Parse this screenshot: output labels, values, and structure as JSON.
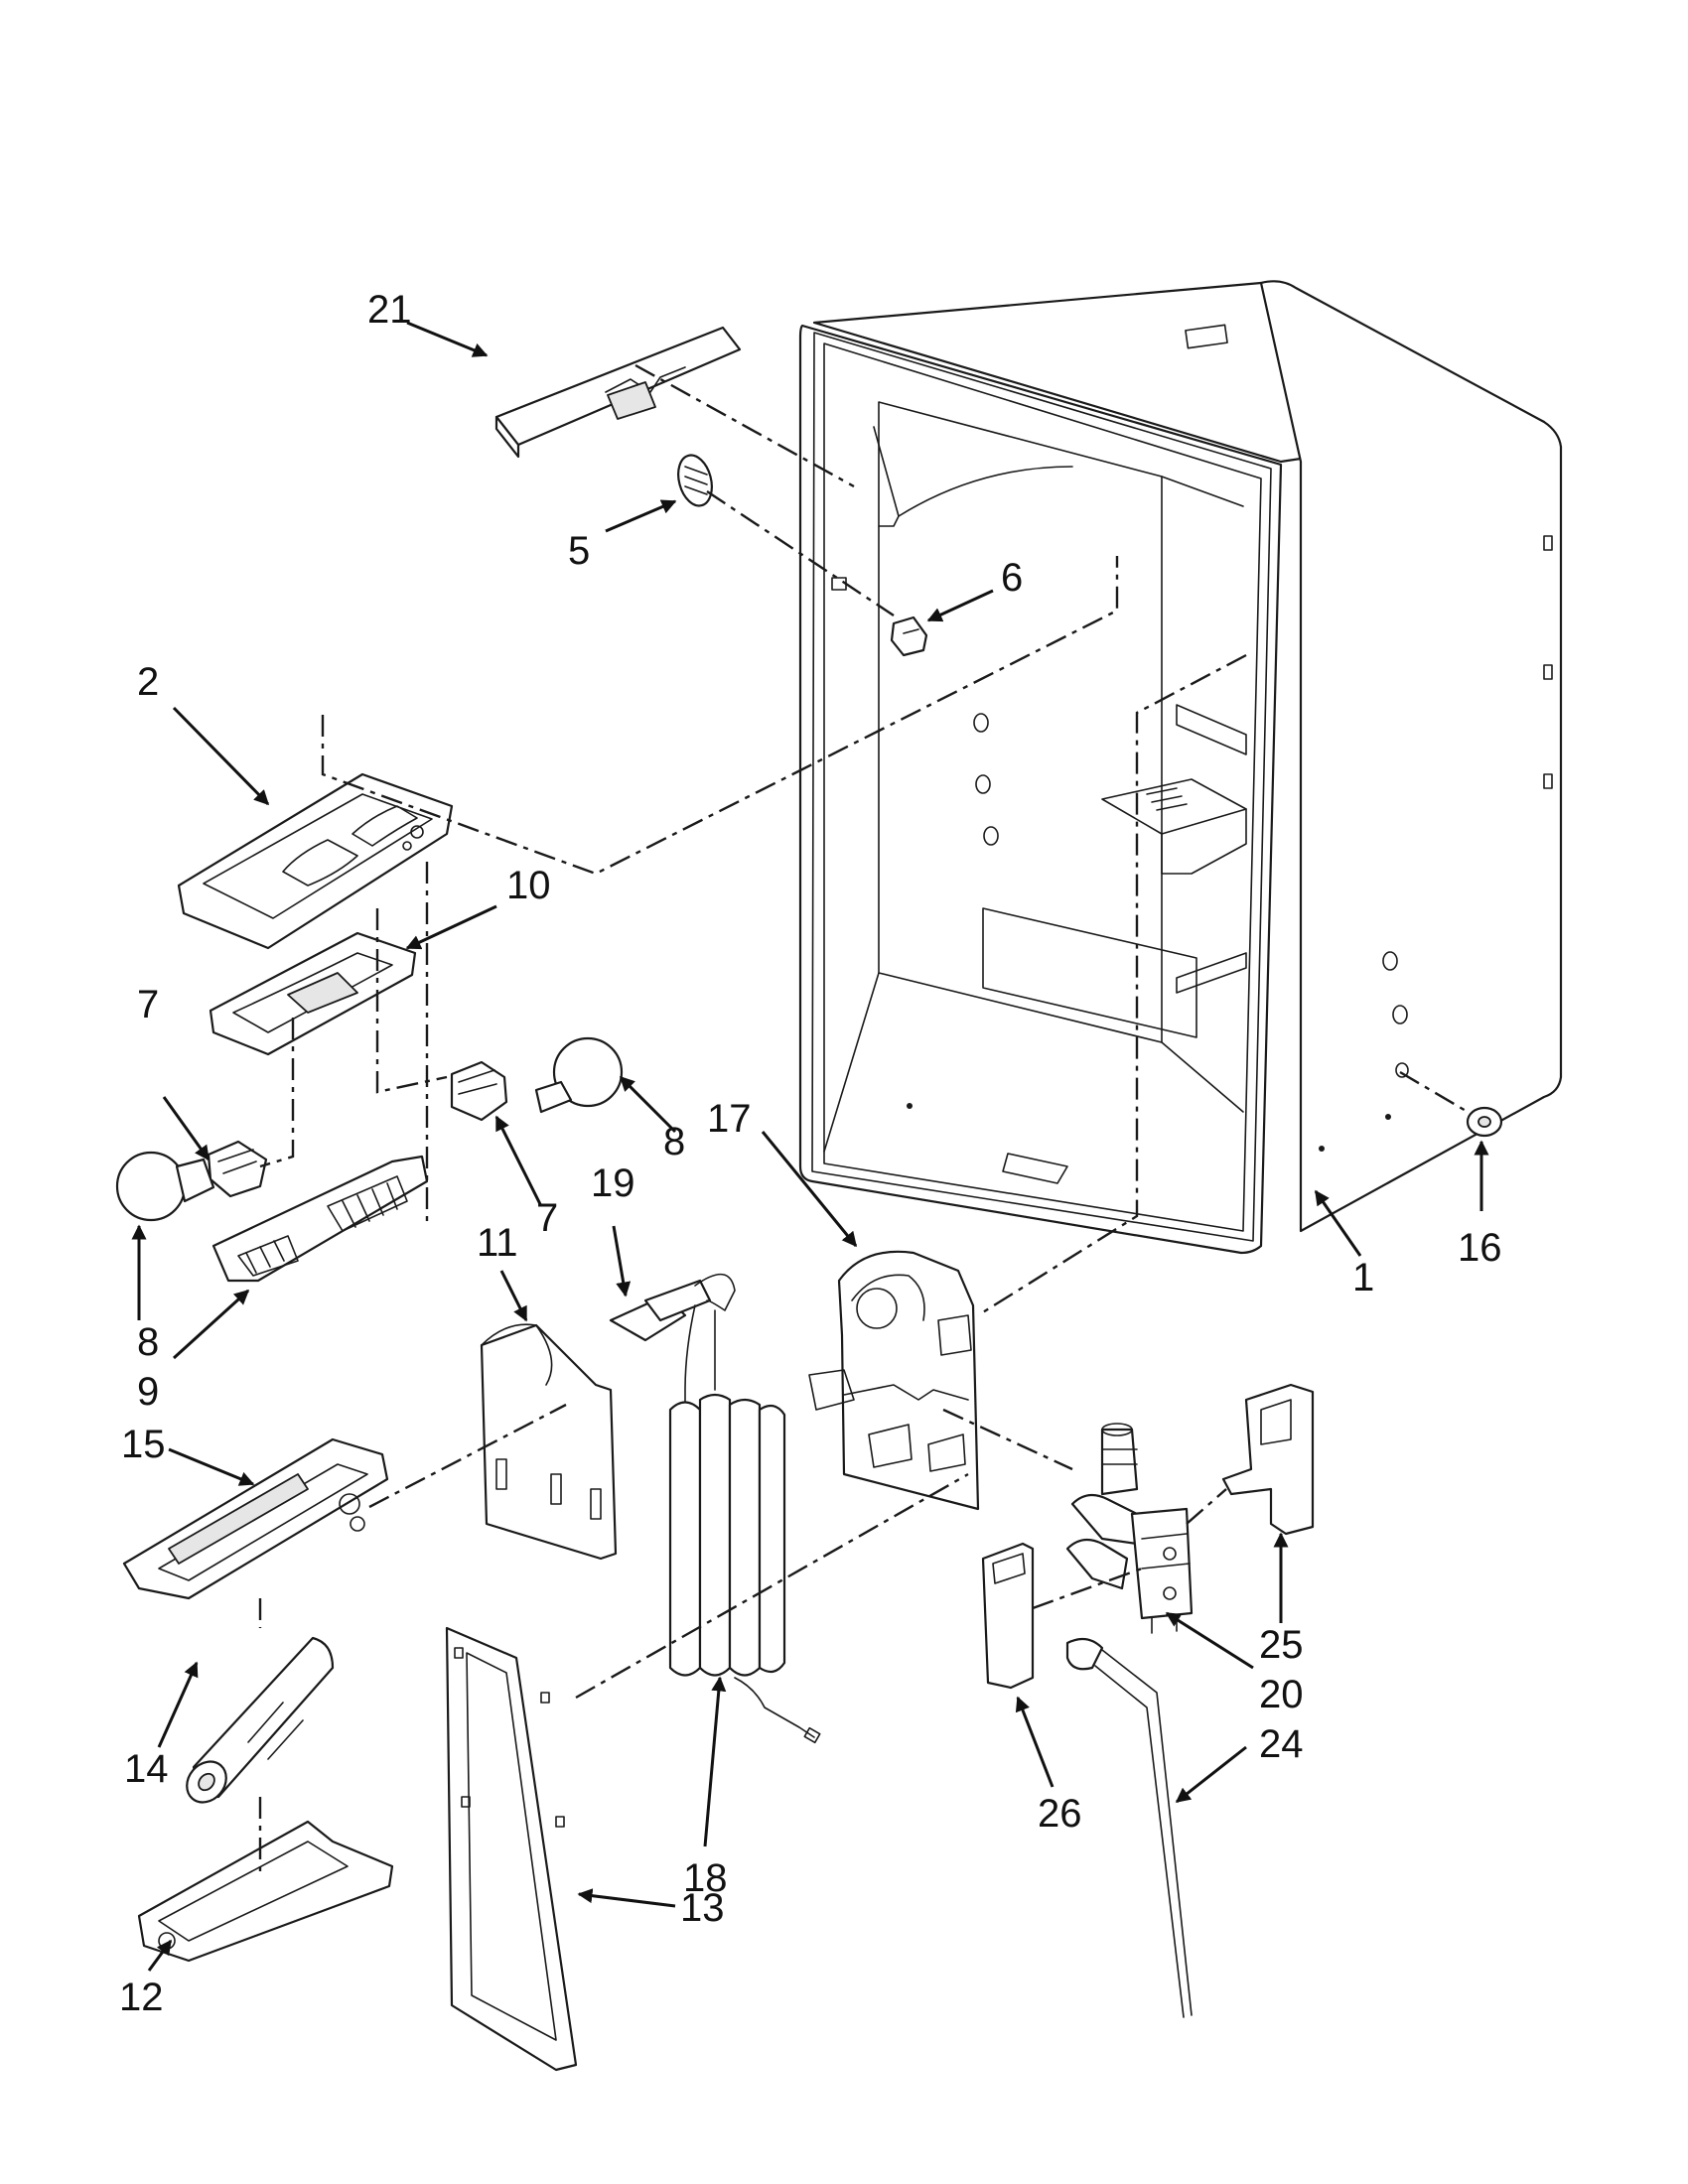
{
  "diagram": {
    "callouts": [
      {
        "id": "c1",
        "text": "1"
      },
      {
        "id": "c2",
        "text": "2"
      },
      {
        "id": "c5",
        "text": "5"
      },
      {
        "id": "c6",
        "text": "6"
      },
      {
        "id": "c7a",
        "text": "7"
      },
      {
        "id": "c7b",
        "text": "7"
      },
      {
        "id": "c8a",
        "text": "8"
      },
      {
        "id": "c8b",
        "text": "8"
      },
      {
        "id": "c9",
        "text": "9"
      },
      {
        "id": "c10",
        "text": "10"
      },
      {
        "id": "c11",
        "text": "11"
      },
      {
        "id": "c12",
        "text": "12"
      },
      {
        "id": "c13",
        "text": "13"
      },
      {
        "id": "c14",
        "text": "14"
      },
      {
        "id": "c15",
        "text": "15"
      },
      {
        "id": "c16",
        "text": "16"
      },
      {
        "id": "c17",
        "text": "17"
      },
      {
        "id": "c18",
        "text": "18"
      },
      {
        "id": "c19",
        "text": "19"
      },
      {
        "id": "c20",
        "text": "20"
      },
      {
        "id": "c21",
        "text": "21"
      },
      {
        "id": "c24",
        "text": "24"
      },
      {
        "id": "c25",
        "text": "25"
      },
      {
        "id": "c26",
        "text": "26"
      }
    ]
  },
  "colors": {
    "line": "#1a1a1a",
    "background": "#ffffff"
  }
}
